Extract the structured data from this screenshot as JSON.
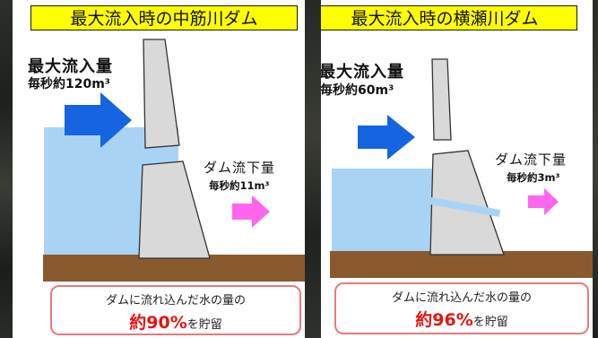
{
  "left": {
    "title": "最大流入時の中筋川ダム",
    "inflow_title": "最大流入量",
    "inflow_rate": "毎秒約120m³",
    "outflow_title": "ダム流下量",
    "outflow_rate": "毎秒約11m³",
    "storage_line1": "ダムに流れ込んだ水の量の",
    "storage_percent": "約90%",
    "storage_suffix": "を貯留"
  },
  "right": {
    "title": "最大流入時の横瀬川ダム",
    "inflow_title": "最大流入量",
    "inflow_rate": "毎秒約60m³",
    "outflow_title": "ダム流下量",
    "outflow_rate": "毎秒約3m³",
    "storage_line1": "ダムに流れ込んだ水の量の",
    "storage_percent": "約96%",
    "storage_suffix": "を貯留"
  },
  "colors": {
    "title_bg": "#ffff00",
    "water": "#a9d3f5",
    "ground": "#8a5a2f",
    "inflow_arrow": "#1565e0",
    "outflow_arrow": "#ff66ee",
    "percent_red": "#e41414",
    "box_border": "#e87a7a"
  }
}
